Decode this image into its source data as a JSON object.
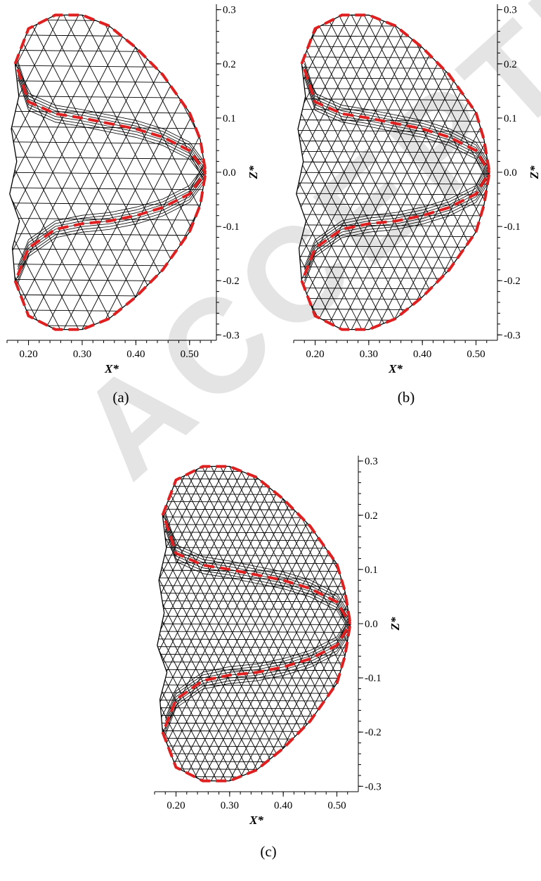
{
  "figure": {
    "watermark": "ACCEPTED MANUSCRIPT",
    "mesh_color": "#000000",
    "reference_color": "#e02020"
  },
  "chart_data": [
    {
      "type": "line",
      "panel": "(a)",
      "xlabel": "X*",
      "ylabel": "Z*",
      "xlim": [
        0.16,
        0.55
      ],
      "ylim": [
        -0.31,
        0.31
      ],
      "xticks": [
        "0.20",
        "0.30",
        "0.40",
        "0.50"
      ],
      "yticks": [
        "-0.3",
        "-0.2",
        "-0.1",
        "0.0",
        "0.1",
        "0.2",
        "0.3"
      ],
      "mesh_density": 11,
      "series": [
        {
          "x": [
            0.175,
            0.2,
            0.25,
            0.3,
            0.35,
            0.4,
            0.45,
            0.5,
            0.52,
            0.53
          ],
          "y": [
            0.2,
            0.265,
            0.29,
            0.29,
            0.27,
            0.23,
            0.18,
            0.11,
            0.06,
            0.0
          ]
        },
        {
          "x": [
            0.18,
            0.2,
            0.25,
            0.3,
            0.35,
            0.4,
            0.45,
            0.5,
            0.53
          ],
          "y": [
            0.19,
            0.13,
            0.108,
            0.1,
            0.09,
            0.08,
            0.065,
            0.04,
            0.0
          ]
        },
        {
          "x": [
            0.18,
            0.2,
            0.25,
            0.3,
            0.35,
            0.4,
            0.45,
            0.5,
            0.53
          ],
          "y": [
            -0.19,
            -0.14,
            -0.105,
            -0.095,
            -0.09,
            -0.08,
            -0.065,
            -0.04,
            0.0
          ]
        },
        {
          "x": [
            0.175,
            0.2,
            0.25,
            0.3,
            0.35,
            0.4,
            0.45,
            0.5,
            0.52,
            0.53
          ],
          "y": [
            -0.2,
            -0.265,
            -0.29,
            -0.29,
            -0.27,
            -0.23,
            -0.18,
            -0.11,
            -0.06,
            0.0
          ]
        }
      ]
    },
    {
      "type": "line",
      "panel": "(b)",
      "xlabel": "X*",
      "ylabel": "Z*",
      "xlim": [
        0.16,
        0.54
      ],
      "ylim": [
        -0.31,
        0.31
      ],
      "xticks": [
        "0.20",
        "0.30",
        "0.40",
        "0.50"
      ],
      "yticks": [
        "-0.3",
        "-0.2",
        "-0.1",
        "0.0",
        "0.1",
        "0.2",
        "0.3"
      ],
      "mesh_density": 16,
      "series": [
        {
          "x": [
            0.175,
            0.2,
            0.25,
            0.3,
            0.35,
            0.4,
            0.45,
            0.5,
            0.515,
            0.525
          ],
          "y": [
            0.2,
            0.265,
            0.29,
            0.29,
            0.27,
            0.23,
            0.18,
            0.11,
            0.06,
            0.0
          ]
        },
        {
          "x": [
            0.18,
            0.2,
            0.25,
            0.3,
            0.35,
            0.4,
            0.45,
            0.5,
            0.525
          ],
          "y": [
            0.19,
            0.13,
            0.108,
            0.1,
            0.09,
            0.08,
            0.065,
            0.04,
            0.0
          ]
        },
        {
          "x": [
            0.18,
            0.2,
            0.25,
            0.3,
            0.35,
            0.4,
            0.45,
            0.5,
            0.525
          ],
          "y": [
            -0.19,
            -0.14,
            -0.105,
            -0.095,
            -0.09,
            -0.08,
            -0.065,
            -0.04,
            0.0
          ]
        },
        {
          "x": [
            0.175,
            0.2,
            0.25,
            0.3,
            0.35,
            0.4,
            0.45,
            0.5,
            0.515,
            0.525
          ],
          "y": [
            -0.2,
            -0.265,
            -0.29,
            -0.29,
            -0.27,
            -0.23,
            -0.18,
            -0.11,
            -0.06,
            0.0
          ]
        }
      ]
    },
    {
      "type": "line",
      "panel": "(c)",
      "xlabel": "X*",
      "ylabel": "Z*",
      "xlim": [
        0.16,
        0.54
      ],
      "ylim": [
        -0.31,
        0.31
      ],
      "xticks": [
        "0.20",
        "0.30",
        "0.40",
        "0.50"
      ],
      "yticks": [
        "-0.3",
        "-0.2",
        "-0.1",
        "0.0",
        "0.1",
        "0.2",
        "0.3"
      ],
      "mesh_density": 22,
      "series": [
        {
          "x": [
            0.175,
            0.2,
            0.25,
            0.3,
            0.35,
            0.4,
            0.45,
            0.5,
            0.515,
            0.525
          ],
          "y": [
            0.2,
            0.265,
            0.29,
            0.29,
            0.27,
            0.23,
            0.18,
            0.11,
            0.06,
            0.0
          ]
        },
        {
          "x": [
            0.18,
            0.2,
            0.25,
            0.3,
            0.35,
            0.4,
            0.45,
            0.5,
            0.525
          ],
          "y": [
            0.19,
            0.13,
            0.108,
            0.1,
            0.09,
            0.08,
            0.065,
            0.04,
            0.0
          ]
        },
        {
          "x": [
            0.18,
            0.2,
            0.25,
            0.3,
            0.35,
            0.4,
            0.45,
            0.5,
            0.525
          ],
          "y": [
            -0.19,
            -0.14,
            -0.105,
            -0.095,
            -0.09,
            -0.08,
            -0.065,
            -0.04,
            0.0
          ]
        },
        {
          "x": [
            0.175,
            0.2,
            0.25,
            0.3,
            0.35,
            0.4,
            0.45,
            0.5,
            0.515,
            0.525
          ],
          "y": [
            -0.2,
            -0.265,
            -0.29,
            -0.29,
            -0.27,
            -0.23,
            -0.18,
            -0.11,
            -0.06,
            0.0
          ]
        }
      ]
    }
  ]
}
